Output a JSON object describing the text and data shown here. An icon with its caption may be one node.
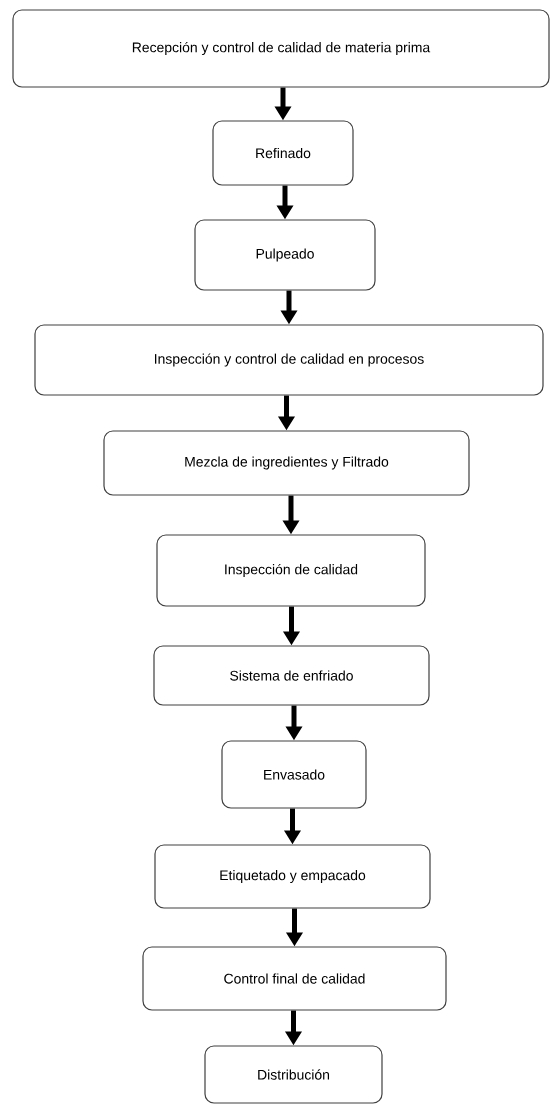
{
  "diagram": {
    "nodes": [
      {
        "text": [
          "Recepción y control de calidad de materia prima"
        ]
      },
      {
        "text": [
          "Refinado"
        ]
      },
      {
        "text": [
          "Pulpeado"
        ]
      },
      {
        "text": [
          "Inspección y control de calidad en procesos"
        ]
      },
      {
        "text": [
          "Mezcla de ingredientes y Filtrado"
        ]
      },
      {
        "text": [
          "Inspección de calidad"
        ]
      },
      {
        "text": [
          "Sistema de enfriado"
        ]
      },
      {
        "text": [
          "Envasado"
        ]
      },
      {
        "text": [
          "Etiquetado y empacado"
        ]
      },
      {
        "text": [
          "Control final de calidad"
        ]
      },
      {
        "text": [
          "Distribución"
        ]
      }
    ],
    "edges": [
      {
        "from": 0,
        "to": 1,
        "arrow": "to"
      },
      {
        "from": 1,
        "to": 2,
        "arrow": "to"
      },
      {
        "from": 2,
        "to": 3,
        "arrow": "to"
      },
      {
        "from": 3,
        "to": 4,
        "arrow": "to"
      },
      {
        "from": 4,
        "to": 5,
        "arrow": "to"
      },
      {
        "from": 5,
        "to": 6,
        "arrow": "to"
      },
      {
        "from": 6,
        "to": 7,
        "arrow": "to"
      },
      {
        "from": 7,
        "to": 8,
        "arrow": "to"
      },
      {
        "from": 8,
        "to": 9,
        "arrow": "to"
      },
      {
        "from": 9,
        "to": 10,
        "arrow": "to"
      }
    ]
  }
}
